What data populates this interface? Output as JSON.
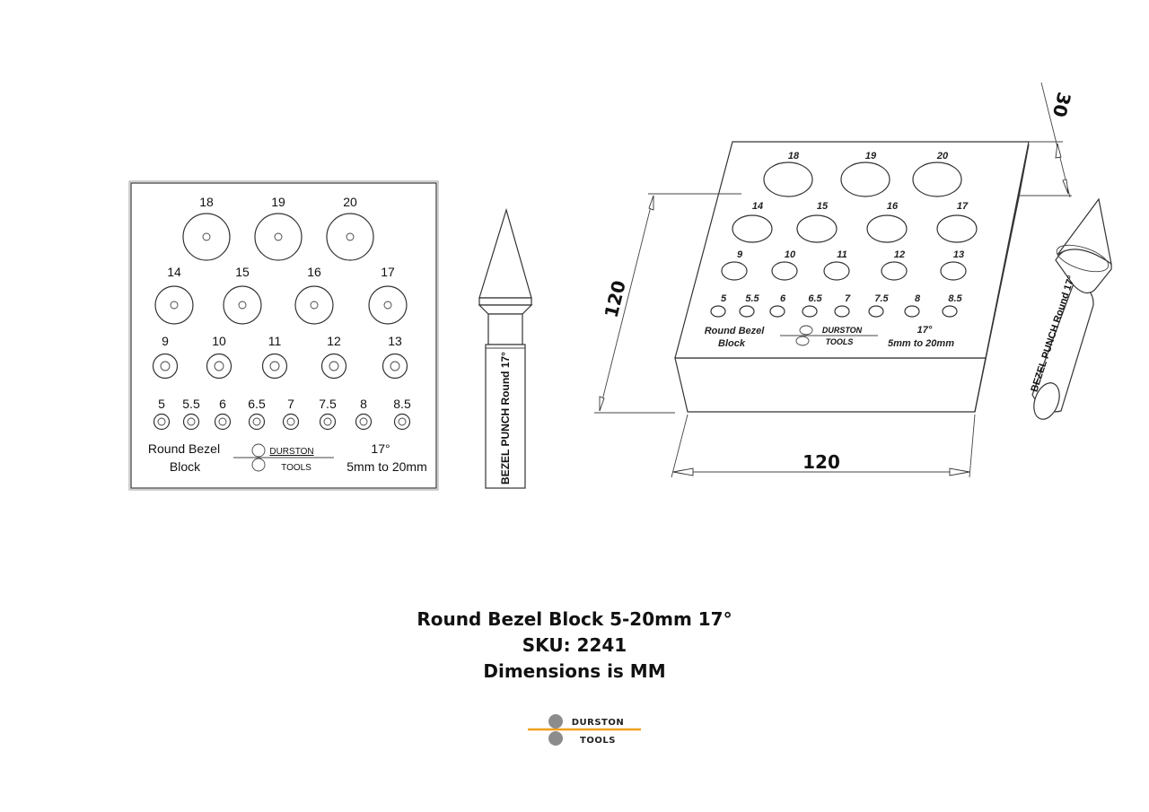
{
  "front_view": {
    "rows": [
      [
        "18",
        "19",
        "20"
      ],
      [
        "14",
        "15",
        "16",
        "17"
      ],
      [
        "9",
        "10",
        "11",
        "12",
        "13"
      ],
      [
        "5",
        "5.5",
        "6",
        "6.5",
        "7",
        "7.5",
        "8",
        "8.5"
      ]
    ],
    "engraving_left_1": "Round Bezel",
    "engraving_left_2": "Block",
    "engraving_brand_top": "DURSTON",
    "engraving_brand_bottom": "TOOLS",
    "engraving_angle": "17°",
    "engraving_range": "5mm to 20mm"
  },
  "punch": {
    "engraving": "BEZEL PUNCH Round 17°"
  },
  "iso_view": {
    "dim_height": "120",
    "dim_width": "120",
    "dim_depth": "30"
  },
  "title": {
    "line1": "Round Bezel Block 5-20mm 17°",
    "line2": "SKU: 2241",
    "line3": "Dimensions is MM"
  },
  "logo": {
    "top": "DURSTON",
    "bottom": "TOOLS",
    "accent_color": "#f0a020",
    "circle_color": "#8c8c8c"
  }
}
